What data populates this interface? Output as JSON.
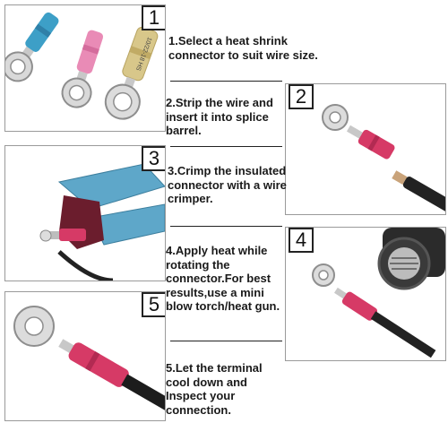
{
  "steps": [
    {
      "badge": "1",
      "text": "1.Select a heat shrink connector to suit wire size."
    },
    {
      "badge": "2",
      "text": "2.Strip the wire and insert it into splice barrel."
    },
    {
      "badge": "3",
      "text": "3.Crimp the insulated connector with a wire crimper."
    },
    {
      "badge": "4",
      "text": "4.Apply heat while rotating the connector.For best results,use a mini blow torch/heat gun."
    },
    {
      "badge": "5",
      "text": "5.Let the terminal cool down and Inspect your connection."
    }
  ],
  "step1_tube_label": "10/22-18 HS",
  "colors": {
    "blue_tube": "#3d9fc7",
    "pink_tube": "#e98bb6",
    "yellow_tube": "#d8c78a",
    "red_tube": "#d63a66",
    "tool_blue": "#5ea7c9"
  }
}
